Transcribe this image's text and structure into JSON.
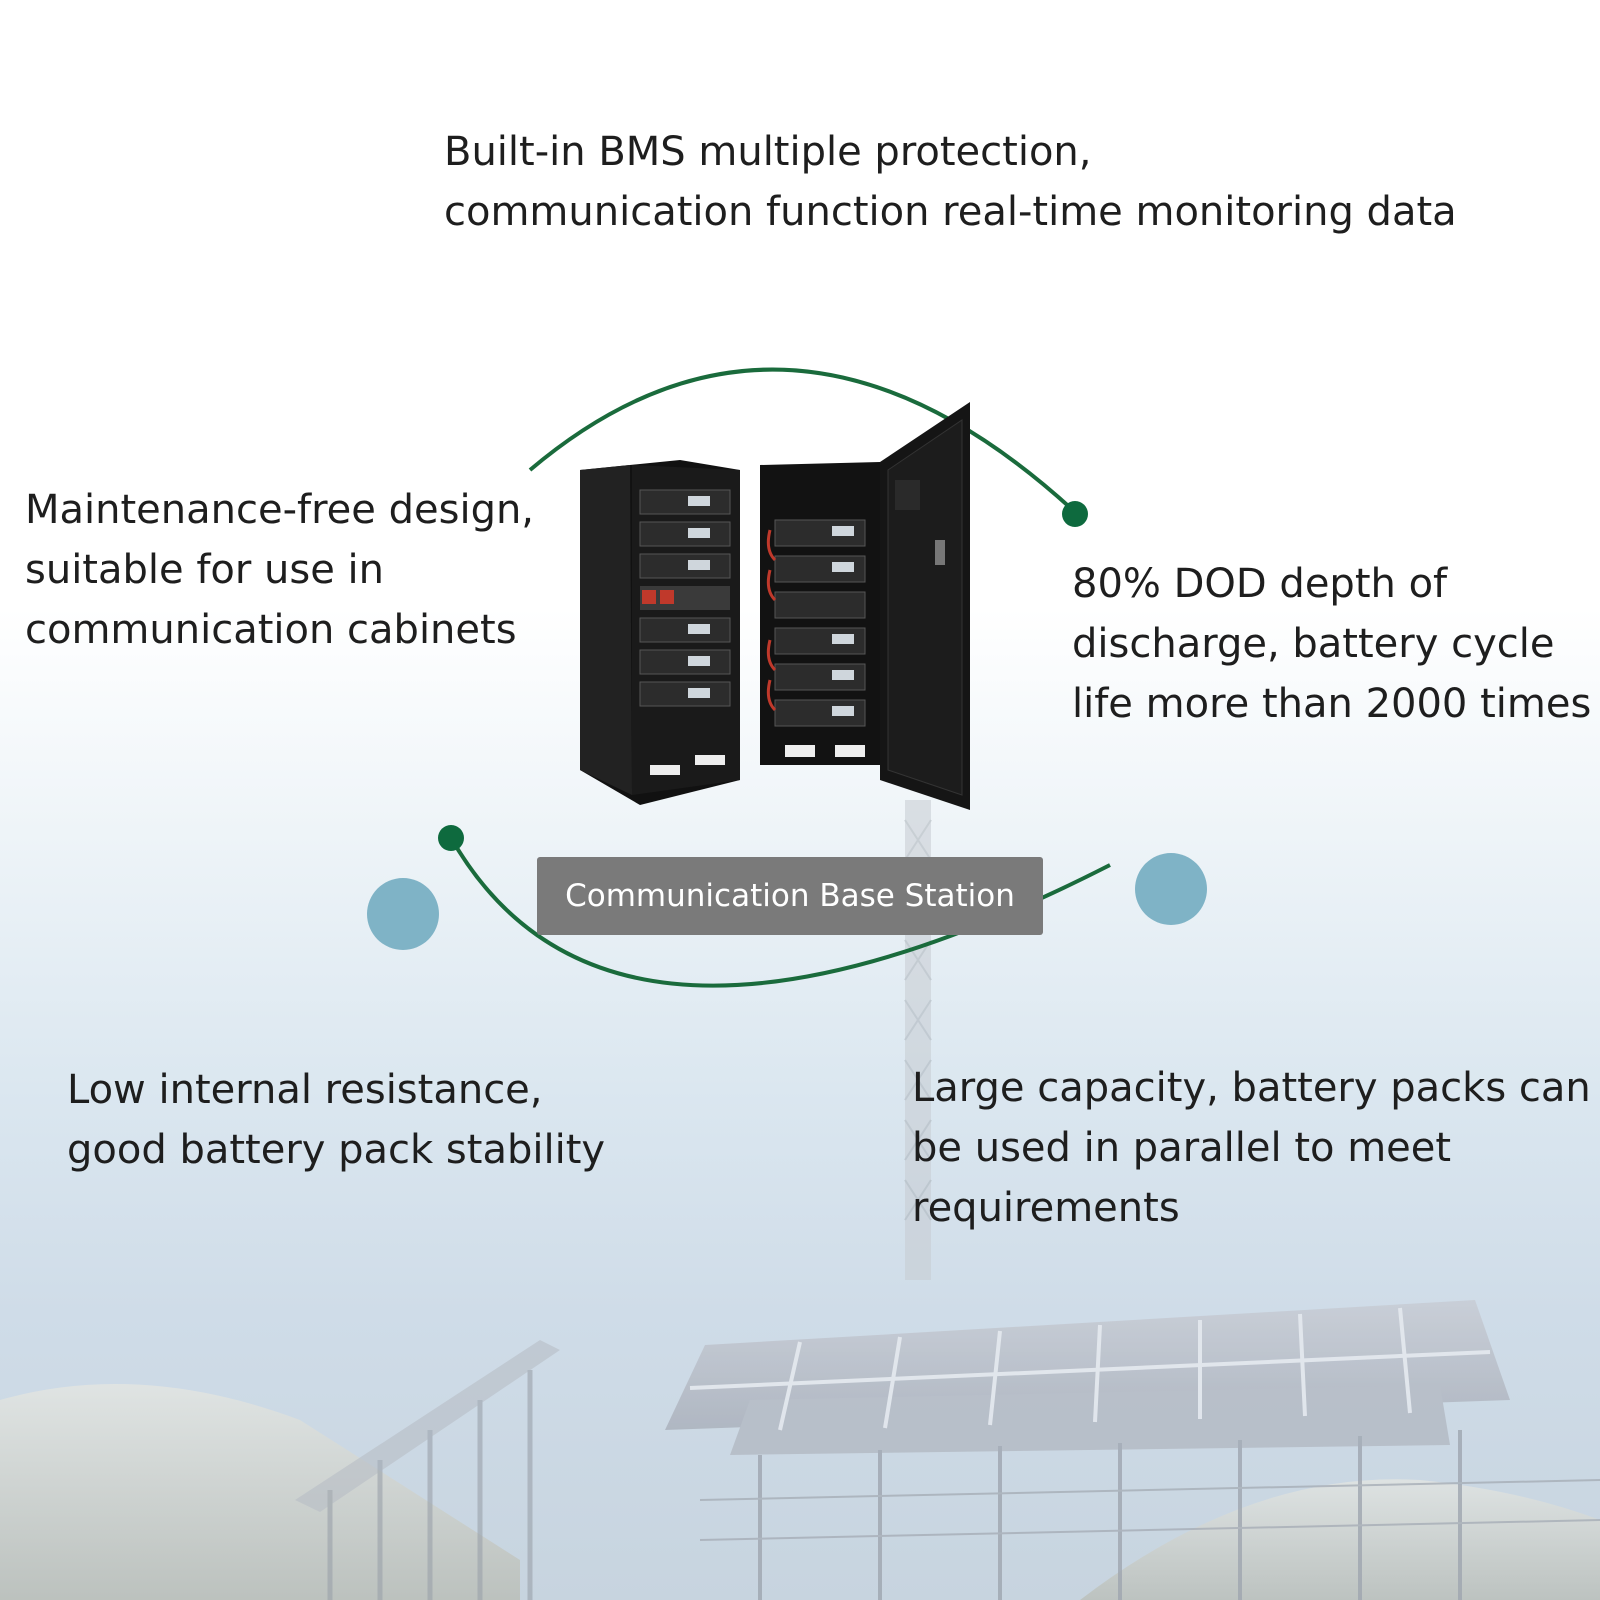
{
  "features": {
    "top": [
      "Built-in BMS multiple protection,",
      "communication function real-time monitoring data"
    ],
    "left": [
      "Maintenance-free design,",
      "suitable for use in",
      "communication cabinets"
    ],
    "right": [
      "80% DOD depth of",
      "discharge, battery cycle",
      "life more than 2000 times"
    ],
    "bottom_left": [
      "Low internal resistance,",
      "good battery pack stability"
    ],
    "bottom_right": [
      "Large capacity, battery packs can",
      "be used in parallel to meet",
      "requirements"
    ]
  },
  "center_label": "Communication Base Station",
  "colors": {
    "ring": "#1a6b3c",
    "accent_dot": "#0e6a3e",
    "blue_dot": "#7fb3c6",
    "label_bg": "#7a7a7a"
  }
}
